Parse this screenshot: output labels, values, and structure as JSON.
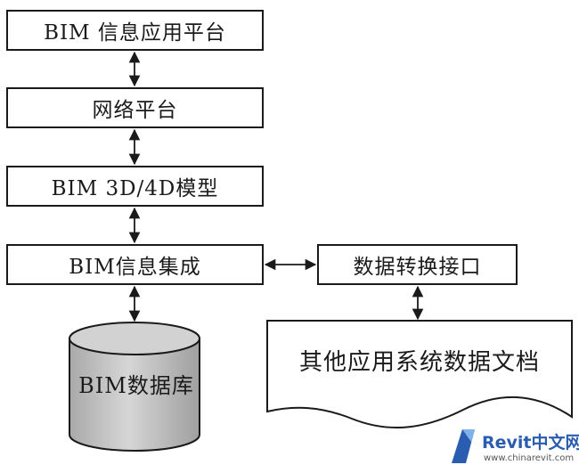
{
  "boxes": {
    "bim_info_platform": "BIM 信息应用平台",
    "network_platform": "网络平台",
    "bim_model": "BIM 3D/4D模型",
    "bim_integration": "BIM信息集成",
    "data_interface": "数据转换接口"
  },
  "database": {
    "label": "BIM数据库"
  },
  "document": {
    "label": "其他应用系统数据文档"
  },
  "logo": {
    "title": "Revit中文网",
    "url": "www.chinarevit.com"
  },
  "colors": {
    "stroke": "#1a1a1a",
    "db_fill": "#c8c8c8",
    "logo_blue": "#2a5db0"
  }
}
